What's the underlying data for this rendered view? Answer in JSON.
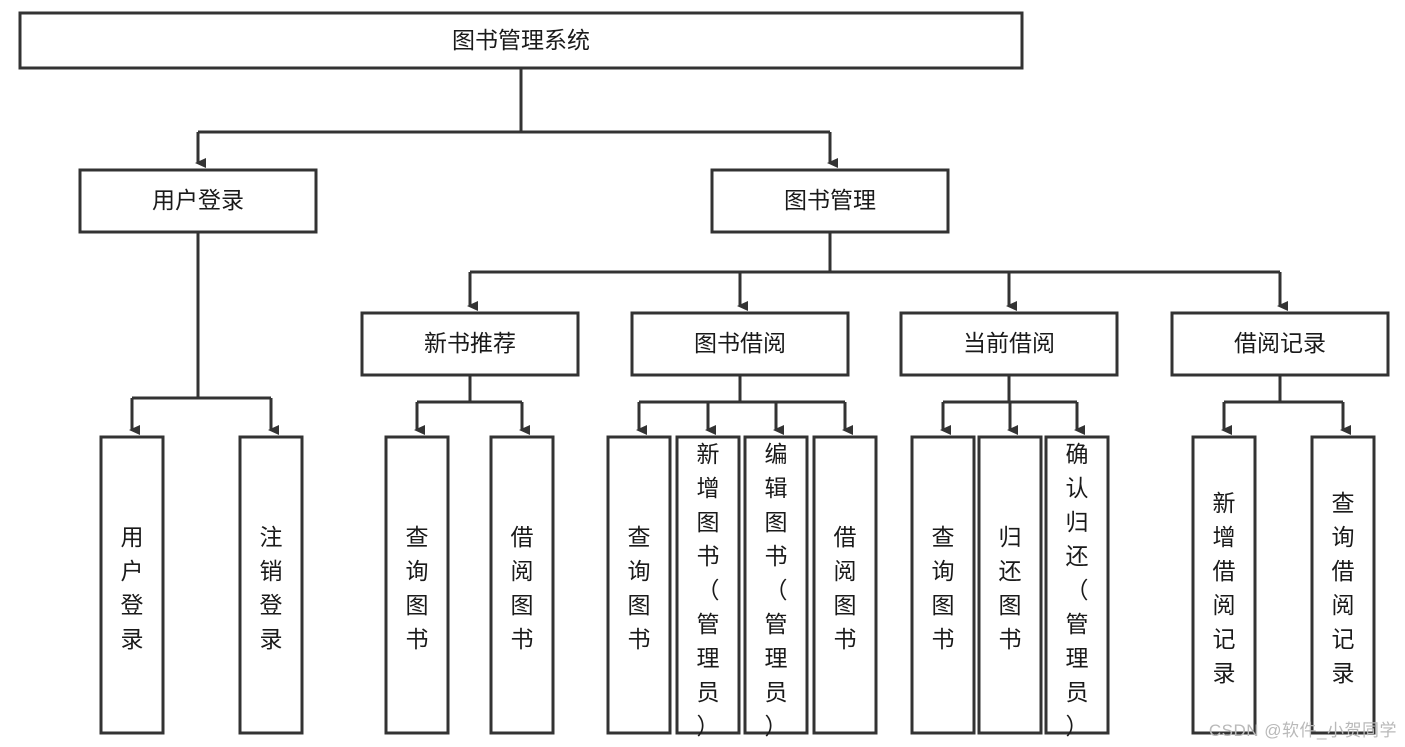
{
  "diagram": {
    "type": "tree-hierarchy",
    "title": "图书管理系统",
    "watermark": "CSDN @软件_小贺同学",
    "colors": {
      "stroke": "#333333",
      "fill": "#ffffff",
      "text": "#1a1a1a",
      "watermark": "#b9b9b9"
    },
    "levels": {
      "root": {
        "label": "图书管理系统"
      },
      "level2": [
        {
          "id": "user-login",
          "label": "用户登录"
        },
        {
          "id": "book-management",
          "label": "图书管理"
        }
      ],
      "level3": [
        {
          "id": "new-book-recommend",
          "label": "新书推荐"
        },
        {
          "id": "book-borrow",
          "label": "图书借阅"
        },
        {
          "id": "current-borrow",
          "label": "当前借阅"
        },
        {
          "id": "borrow-record",
          "label": "借阅记录"
        }
      ],
      "leaves": {
        "user-login": [
          {
            "id": "leaf-user-login",
            "label": "用户登录"
          },
          {
            "id": "leaf-logout-login",
            "label": "注销登录"
          }
        ],
        "new-book-recommend": [
          {
            "id": "leaf-query-book-1",
            "label": "查询图书"
          },
          {
            "id": "leaf-borrow-book-1",
            "label": "借阅图书"
          }
        ],
        "book-borrow": [
          {
            "id": "leaf-query-book-2",
            "label": "查询图书"
          },
          {
            "id": "leaf-add-book",
            "label": "新增图书（管理员）"
          },
          {
            "id": "leaf-edit-book",
            "label": "编辑图书（管理员）"
          },
          {
            "id": "leaf-borrow-book-2",
            "label": "借阅图书"
          }
        ],
        "current-borrow": [
          {
            "id": "leaf-query-book-3",
            "label": "查询图书"
          },
          {
            "id": "leaf-return-book",
            "label": "归还图书"
          },
          {
            "id": "leaf-confirm-return",
            "label": "确认归还（管理员）"
          }
        ],
        "borrow-record": [
          {
            "id": "leaf-add-record",
            "label": "新增借阅记录"
          },
          {
            "id": "leaf-query-record",
            "label": "查询借阅记录"
          }
        ]
      }
    }
  }
}
